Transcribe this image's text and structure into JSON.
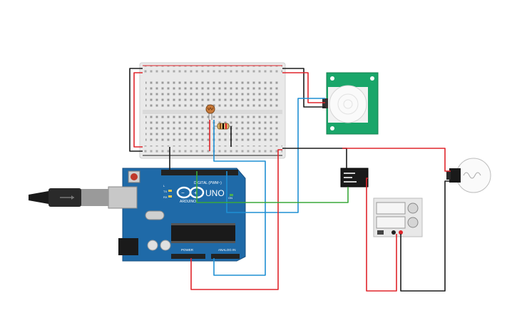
{
  "arduino": {
    "logo_text": "UNO",
    "brand_text": "ARDUINO",
    "digital_label": "DIGITAL (PWM~)",
    "power_label": "POWER",
    "analog_label": "ANALOG IN",
    "tx_label": "TX",
    "rx_label": "RX",
    "l_label": "L",
    "on_label": "ON"
  },
  "pir_sensor": {
    "label_top": "",
    "label_bottom": ""
  },
  "relay": {
    "label": ""
  },
  "power_supply": {
    "label": ""
  },
  "colors": {
    "wire_red": "#e0252b",
    "wire_black": "#1c1c1c",
    "wire_blue": "#1f8fd4",
    "wire_green": "#3aa83a",
    "board_blue": "#1f6aa8",
    "pir_green": "#1aa66a",
    "breadboard": "#e9e9e9"
  }
}
